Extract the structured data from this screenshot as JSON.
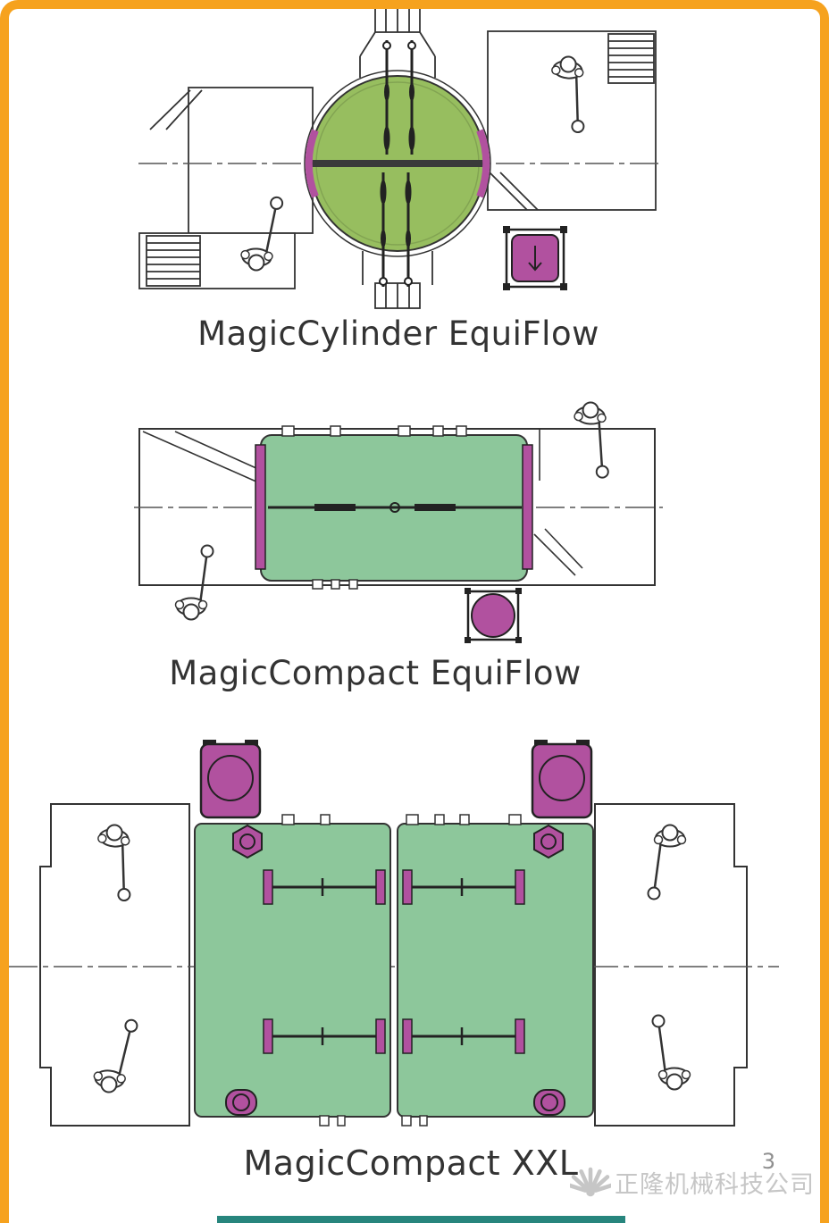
{
  "page_number": "3",
  "watermark": {
    "company_name": "正隆机械科技公司",
    "logo_icon": "fan-logo-icon"
  },
  "diagrams": [
    {
      "id": "magiccylinder-equiflow",
      "caption": "MagicCylinder EquiFlow"
    },
    {
      "id": "magiccompact-equiflow",
      "caption": "MagicCompact EquiFlow"
    },
    {
      "id": "magiccompact-xxl",
      "caption": "MagicCompact XXL"
    }
  ],
  "colors": {
    "frame_orange": "#F6A21E",
    "green_cylinder": "#97BE5F",
    "green_compact": "#8DC79B",
    "magenta": "#B1519F",
    "line_dark": "#333333",
    "footer_teal": "#27857D",
    "watermark_gray": "#C6C6C6"
  }
}
